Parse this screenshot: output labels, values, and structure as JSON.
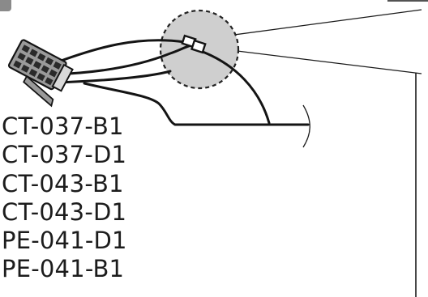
{
  "part_numbers": [
    "CT-037-B1",
    "CT-037-D1",
    "CT-043-B1",
    "CT-043-D1",
    "PE-041-D1",
    "PE-041-B1"
  ],
  "colors": {
    "highlight": "#cfcfcf",
    "line": "#1a1a1a",
    "connector": "#8c8c8c",
    "corner_badge": "#8a8a8a"
  }
}
